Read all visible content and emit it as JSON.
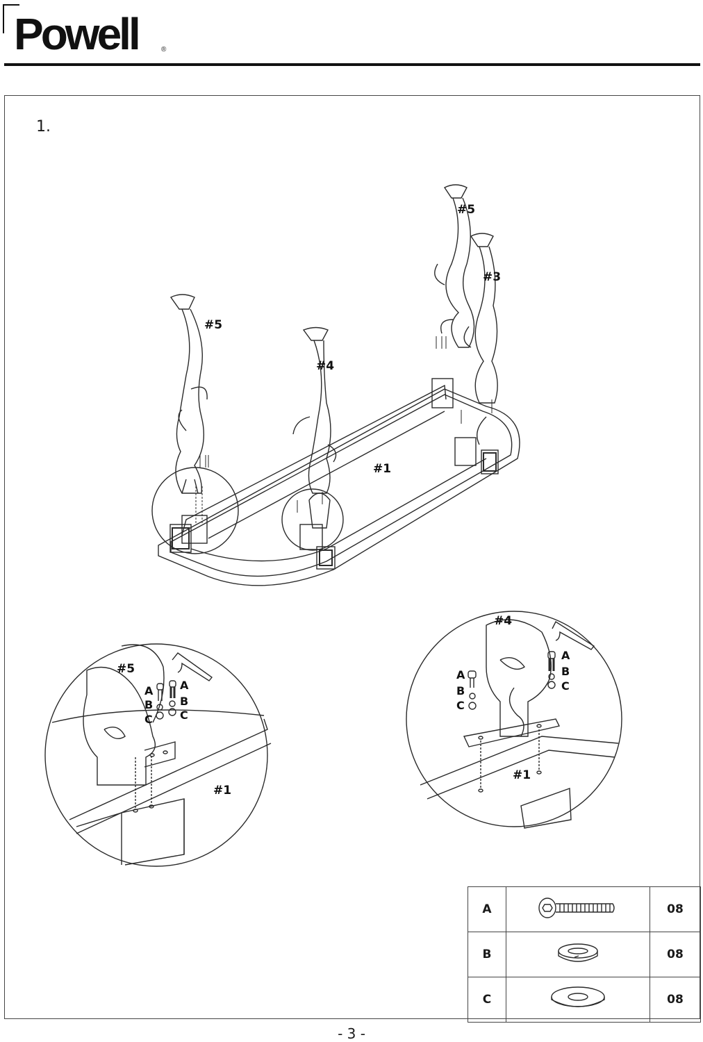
{
  "brand": {
    "name": "Powell",
    "registered": "®"
  },
  "step_number": "1.",
  "main_callouts": {
    "part5_left": "#5",
    "part4": "#4",
    "part5_right": "#5",
    "part3": "#3",
    "part1": "#1"
  },
  "detail_left": {
    "part5": "#5",
    "part1": "#1",
    "hw_a": "A",
    "hw_b": "B",
    "hw_c": "C",
    "hw_a2": "A",
    "hw_b2": "B",
    "hw_c2": "C"
  },
  "detail_right": {
    "part4": "#4",
    "part1": "#1",
    "hw_a": "A",
    "hw_b": "B",
    "hw_c": "C",
    "hw_a2": "A",
    "hw_b2": "B",
    "hw_c2": "C"
  },
  "hardware": [
    {
      "label": "A",
      "icon": "screw-icon",
      "qty": "08"
    },
    {
      "label": "B",
      "icon": "lock-washer-icon",
      "qty": "08"
    },
    {
      "label": "C",
      "icon": "flat-washer-icon",
      "qty": "08"
    }
  ],
  "page_number": "- 3 -"
}
